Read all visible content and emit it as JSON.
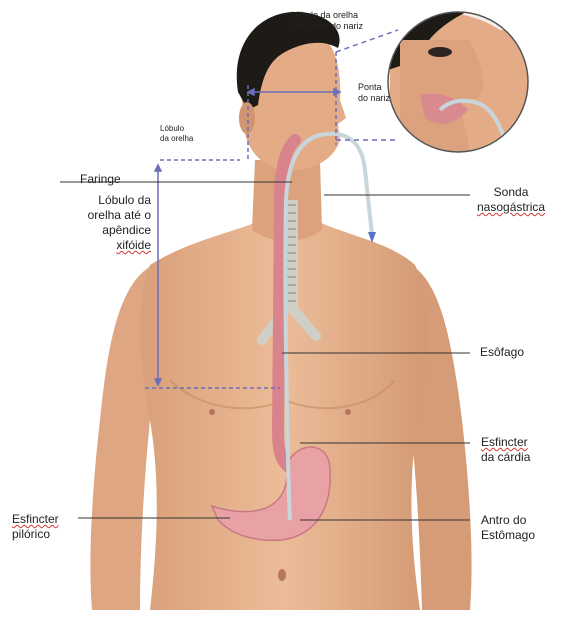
{
  "labels": {
    "top_measure": [
      "Lóbulo  da  orelha",
      "até ponta do nariz"
    ],
    "nose_tip": [
      "Ponta",
      "do nariz"
    ],
    "earlobe": [
      "Lóbulo",
      "da orelha"
    ],
    "pharynx": "Faringe",
    "earlobe_to_xiphoid": [
      "Lóbulo da",
      "orelha até o",
      "apêndice",
      "xifóide"
    ],
    "ng_tube": [
      "Sonda",
      "nasogástrica"
    ],
    "esophagus": "Esôfago",
    "cardia": [
      "Esfincter",
      "da cárdia"
    ],
    "pyloric": [
      "Esfincter",
      "pilórico"
    ],
    "antrum": [
      "Antro do",
      "Estômago"
    ]
  },
  "colors": {
    "skin": "#e7b48f",
    "skin_shadow": "#c98964",
    "hair": "#1e1a16",
    "esophagus": "#d9848c",
    "stomach": "#e8a2a6",
    "trachea": "#cfcfc7",
    "tube": "#c8d6dc",
    "measure_line": "#6b6fb8",
    "leader_line": "#333333"
  }
}
